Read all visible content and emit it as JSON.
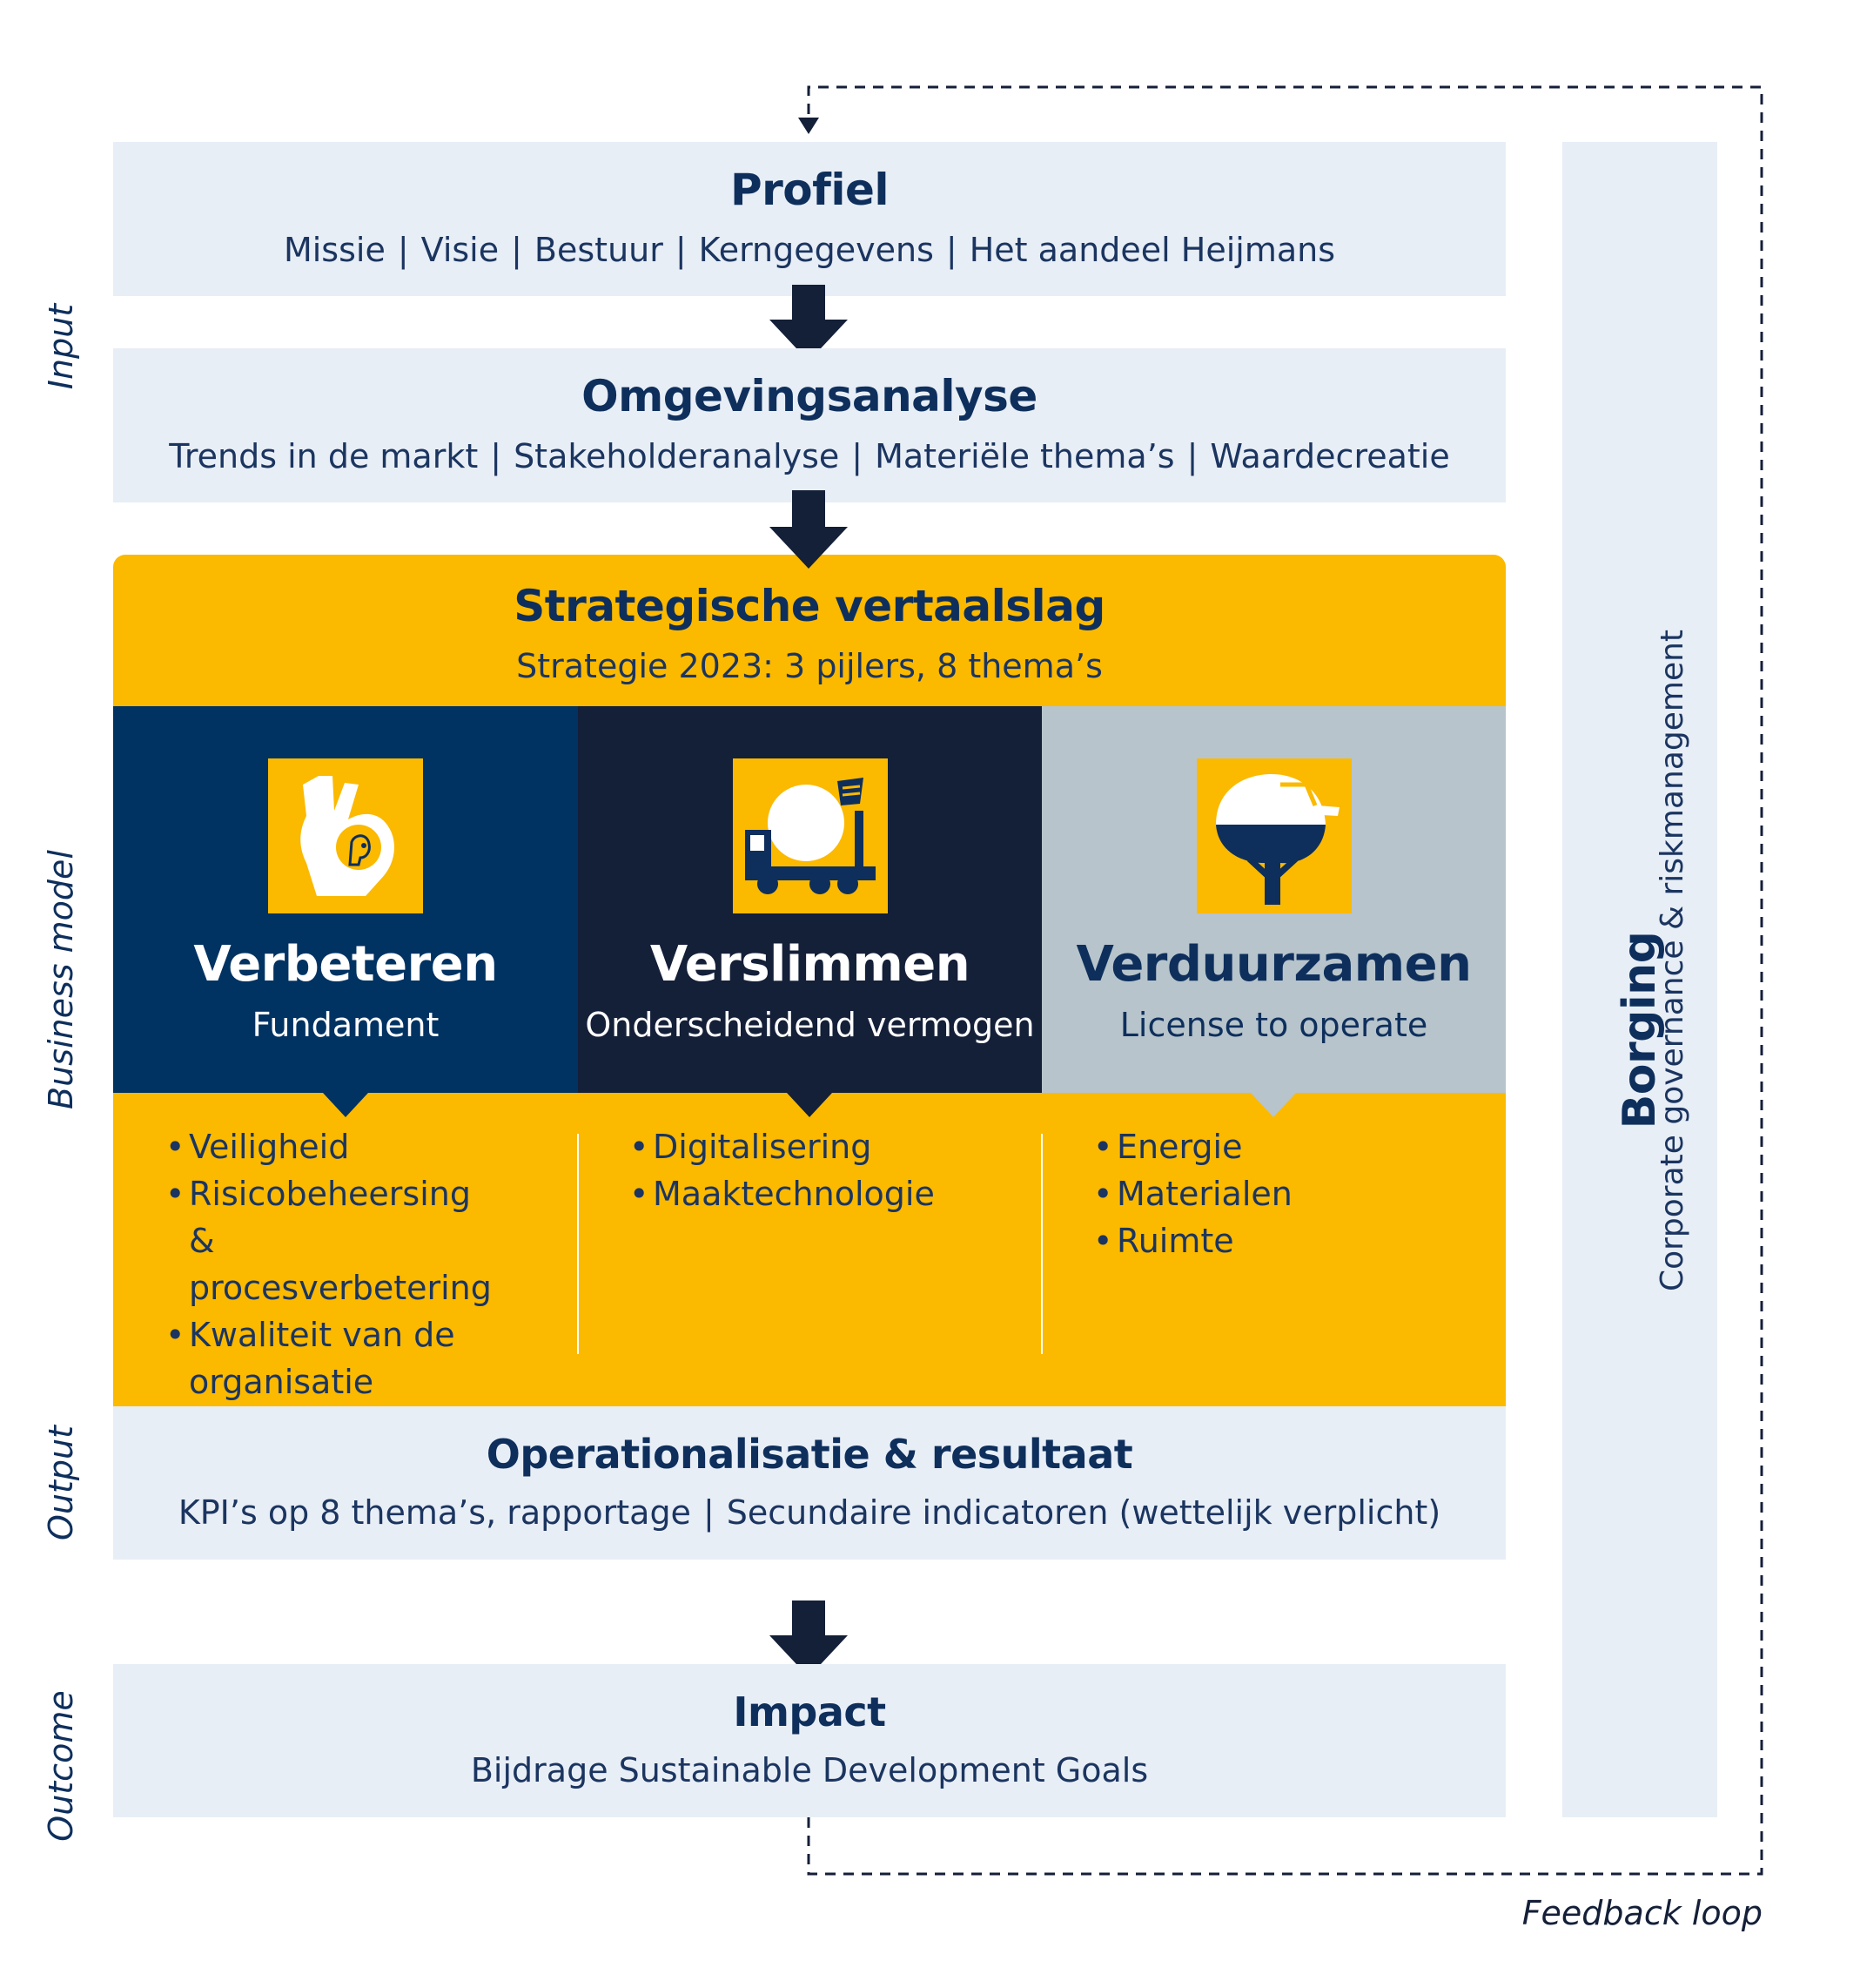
{
  "side_labels": {
    "input": "Input",
    "business_model": "Business model",
    "output": "Output",
    "outcome": "Outcome"
  },
  "profiel": {
    "title": "Profiel",
    "items": [
      "Missie",
      "Visie",
      "Bestuur",
      "Kerngegevens",
      "Het aandeel Heijmans"
    ]
  },
  "omgevingsanalyse": {
    "title": "Omgevingsanalyse",
    "items": [
      "Trends in de markt",
      "Stakeholderanalyse",
      "Materiële thema’s",
      "Waardecreatie"
    ]
  },
  "strategie": {
    "title": "Strategische vertaalslag",
    "subtitle": "Strategie 2023: 3 pijlers, 8 thema’s"
  },
  "pillars": [
    {
      "title": "Verbeteren",
      "subtitle": "Fundament",
      "icon": "ok-hand-head-icon",
      "bg": "#003262",
      "bullets": [
        "Veiligheid",
        "Risicobeheersing & procesverbetering",
        "Kwaliteit van de organisatie"
      ]
    },
    {
      "title": "Verslimmen",
      "subtitle": "Onderscheidend vermogen",
      "icon": "cement-truck-icon",
      "bg": "#141f38",
      "bullets": [
        "Digitalisering",
        "Maaktechnologie"
      ]
    },
    {
      "title": "Verduurzamen",
      "subtitle": "License to operate",
      "icon": "helmet-tree-icon",
      "bg": "#b7c4cc",
      "bullets": [
        "Energie",
        "Materialen",
        "Ruimte"
      ]
    }
  ],
  "operationalisatie": {
    "title": "Operationalisatie & resultaat",
    "items": [
      "KPI’s op 8 thema’s, rapportage",
      "Secundaire indicatoren (wettelijk verplicht)"
    ]
  },
  "impact": {
    "title": "Impact",
    "subtitle": "Bijdrage Sustainable Development Goals"
  },
  "borging": {
    "title": "Borging",
    "subtitle": "Corporate governance & riskmanagement"
  },
  "feedback_label": "Feedback loop",
  "colors": {
    "light_box": "#e8eef6",
    "yellow": "#fbb900",
    "navy_text": "#0e2f5c",
    "arrow": "#141f38"
  }
}
